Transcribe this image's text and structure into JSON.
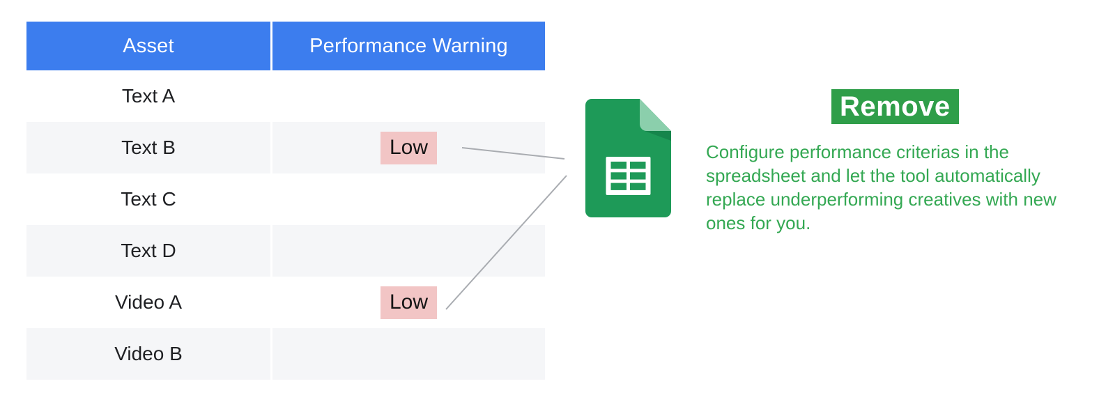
{
  "table": {
    "headers": [
      "Asset",
      "Performance Warning"
    ],
    "rows": [
      {
        "asset": "Text A",
        "warning": ""
      },
      {
        "asset": "Text B",
        "warning": "Low"
      },
      {
        "asset": "Text C",
        "warning": ""
      },
      {
        "asset": "Text D",
        "warning": ""
      },
      {
        "asset": "Video A",
        "warning": "Low"
      },
      {
        "asset": "Video B",
        "warning": ""
      }
    ]
  },
  "callout": {
    "title": "Remove",
    "description": "Configure performance criterias in the spreadsheet and let the tool automatically replace underperforming creatives with new ones for you."
  },
  "icons": {
    "spreadsheet": "google-sheets-icon"
  },
  "colors": {
    "header_blue": "#3C7DEE",
    "row_gray": "#F5F6F8",
    "warning_pink": "#F2C5C5",
    "callout_green": "#2F9E49",
    "description_green": "#34A853",
    "sheets_green": "#1E9A58",
    "sheets_fold_green": "#8BCFAC",
    "connector_gray": "#A9ACB1"
  }
}
